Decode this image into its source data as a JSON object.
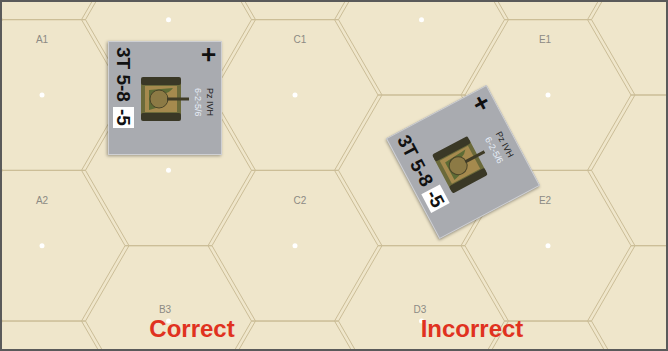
{
  "diagram": {
    "nodes": [
      {
        "text": [
          "+",
          "3T 5-8",
          "-5",
          "Pz IVH",
          "6-2-5/6"
        ]
      },
      {
        "text": [
          "+",
          "3T 5-8",
          "-5",
          "Pz IVH",
          "6-2-5/6"
        ]
      }
    ],
    "labels": [
      "A1",
      "C1",
      "E1",
      "A2",
      "C2",
      "E2",
      "B3",
      "D3",
      "Correct",
      "Incorrect"
    ]
  }
}
